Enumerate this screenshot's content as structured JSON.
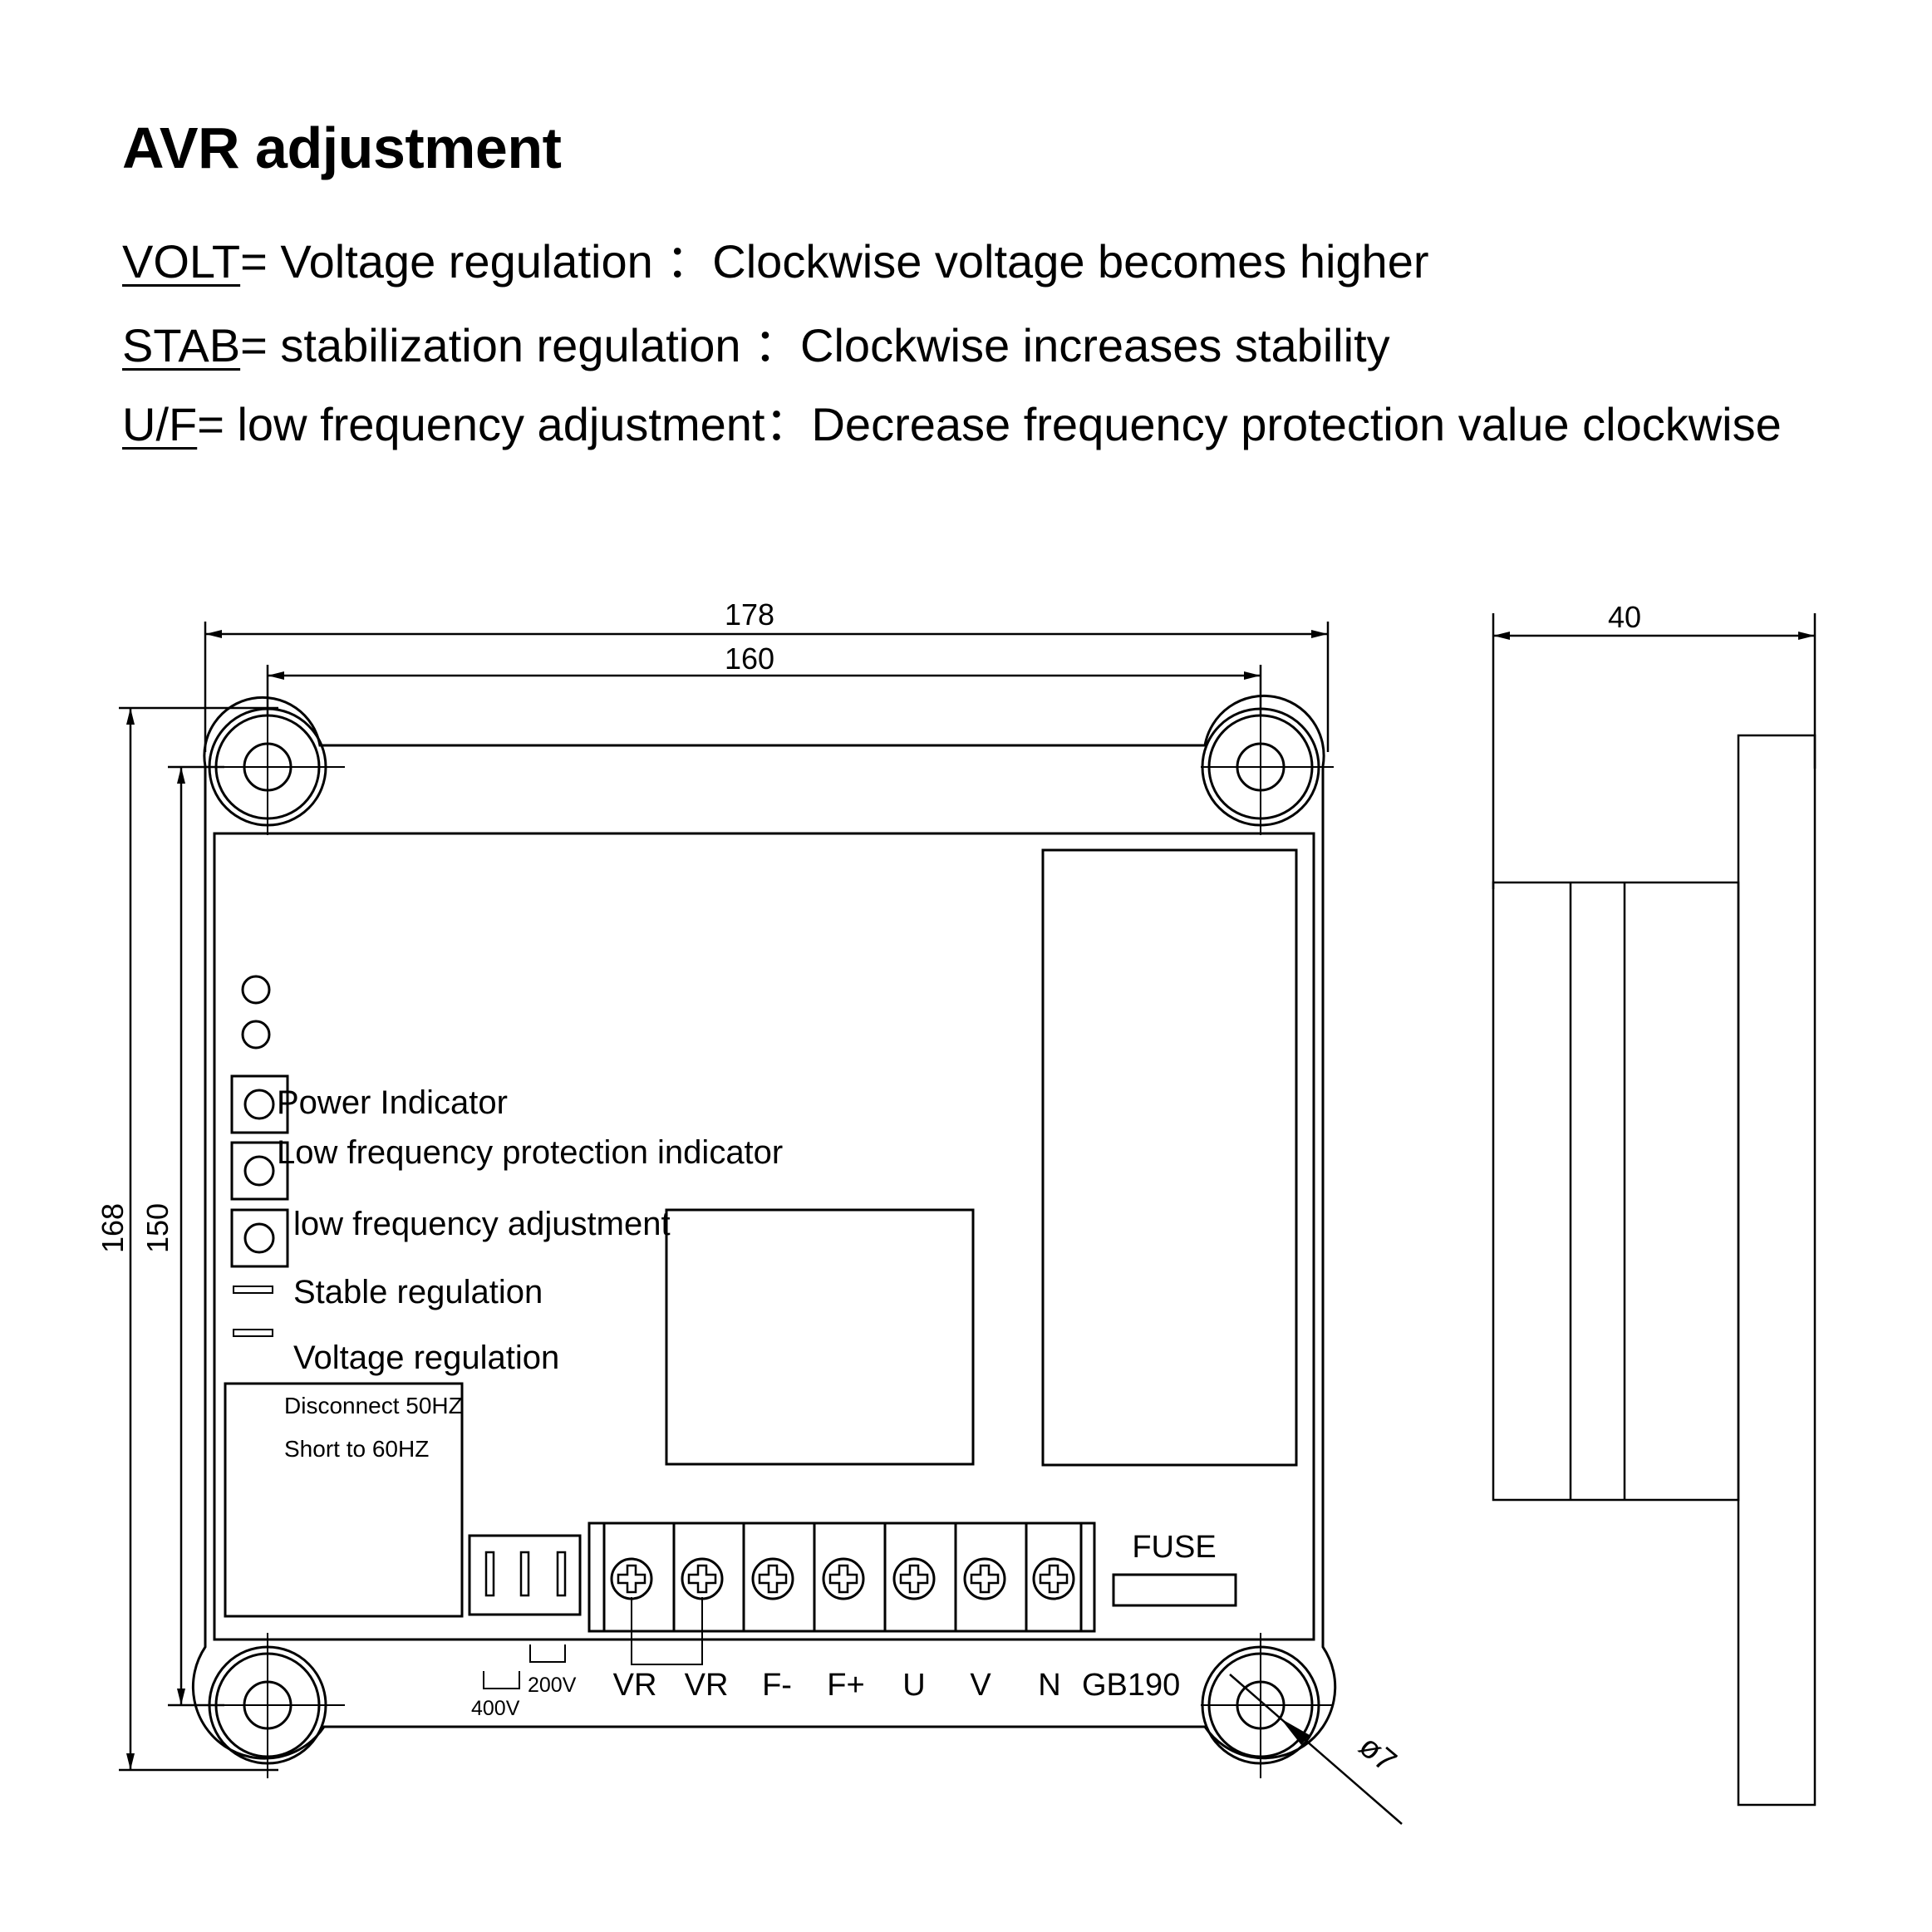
{
  "header": {
    "title": "AVR adjustment",
    "legend": [
      {
        "key": "VOLT",
        "definition": "= Voltage regulation ：Clockwise voltage becomes higher"
      },
      {
        "key": "STAB",
        "definition": "= stabilization regulation ：Clockwise increases stability"
      },
      {
        "key": "U/F",
        "definition": "= low frequency adjustment：Decrease frequency protection value clockwise"
      }
    ]
  },
  "diagram": {
    "dimensions": {
      "overall_width": "178",
      "hole_spacing_width": "160",
      "overall_height": "168",
      "hole_spacing_height": "150",
      "depth": "40",
      "hole_diameter": "ø7"
    },
    "indicators": {
      "power": "Power Indicator",
      "low_freq_protection": "Low frequency protection indicator",
      "low_freq_adjust": "low frequency adjustment",
      "stable": "Stable regulation",
      "voltage": "Voltage regulation"
    },
    "jumper": {
      "line1": "Disconnect 50HZ",
      "line2": "Short to 60HZ"
    },
    "voltage_select": {
      "v200": "200V",
      "v400": "400V"
    },
    "terminals": [
      "VR",
      "VR",
      "F-",
      "F+",
      "U",
      "V",
      "N"
    ],
    "model": "GB190",
    "fuse": "FUSE"
  }
}
